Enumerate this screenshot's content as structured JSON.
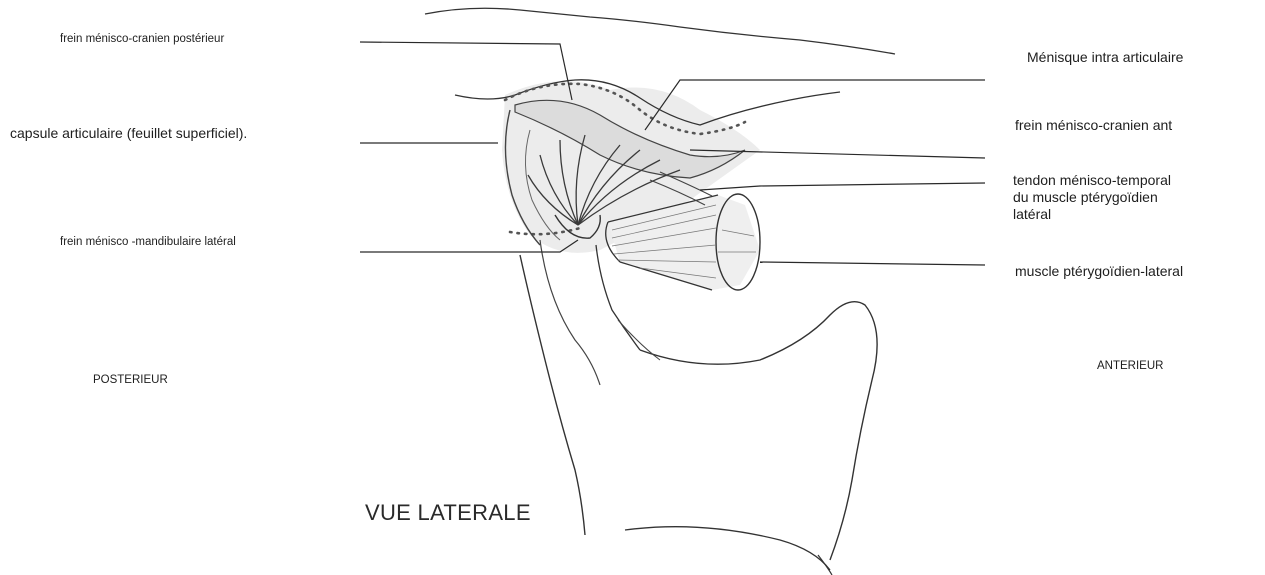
{
  "diagram": {
    "labels": {
      "frein_post": "frein  ménisco-cranien postérieur",
      "capsule": "capsule articulaire (feuillet superficiel).",
      "frein_mandib": "frein ménisco -mandibulaire latéral",
      "posterieur": "POSTERIEUR",
      "menisque": "Ménisque intra articulaire",
      "frein_ant": "frein ménisco-cranien ant",
      "tendon": "tendon ménisco-temporal\ndu muscle ptérygoïdien\nlatéral",
      "muscle": "muscle ptérygoïdien-lateral",
      "anterieur": "ANTERIEUR",
      "view_title": "VUE LATERALE"
    }
  }
}
